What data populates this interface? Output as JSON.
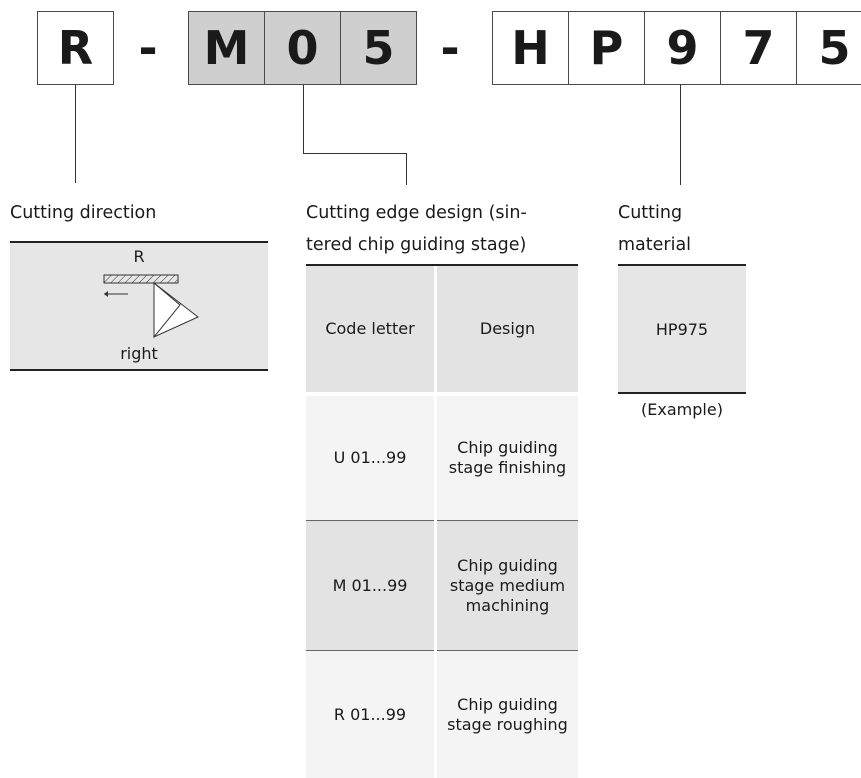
{
  "code": {
    "segments": [
      {
        "char": "R",
        "shaded": false
      },
      {
        "char": "-",
        "type": "dash"
      },
      {
        "char": "M",
        "shaded": true
      },
      {
        "char": "0",
        "shaded": true
      },
      {
        "char": "5",
        "shaded": true
      },
      {
        "char": "-",
        "type": "dash"
      },
      {
        "char": "H",
        "shaded": false
      },
      {
        "char": "P",
        "shaded": false
      },
      {
        "char": "9",
        "shaded": false
      },
      {
        "char": "7",
        "shaded": false
      },
      {
        "char": "5",
        "shaded": false
      }
    ]
  },
  "direction": {
    "heading": "Cutting direction",
    "top_letter": "R",
    "label": "right"
  },
  "edge_design": {
    "heading_line1": "Cutting edge design (sin-",
    "heading_line2": "tered chip guiding stage)",
    "columns": [
      "Code letter",
      "Design"
    ],
    "rows": [
      {
        "code": "U  01...99",
        "design": [
          "Chip guiding",
          "stage finishing"
        ]
      },
      {
        "code": "M  01...99",
        "design": [
          "Chip guiding",
          "stage medium",
          "machining"
        ]
      },
      {
        "code": "R  01...99",
        "design": [
          "Chip guiding",
          "stage roughing"
        ]
      }
    ]
  },
  "material": {
    "heading_line1": "Cutting",
    "heading_line2": "material",
    "value": "HP975",
    "note": "(Example)"
  },
  "colors": {
    "shaded_box": "#cfcfcf",
    "panel_gray": "#e6e6e6",
    "row_light": "#f4f4f4",
    "row_dark": "#e3e3e3"
  }
}
